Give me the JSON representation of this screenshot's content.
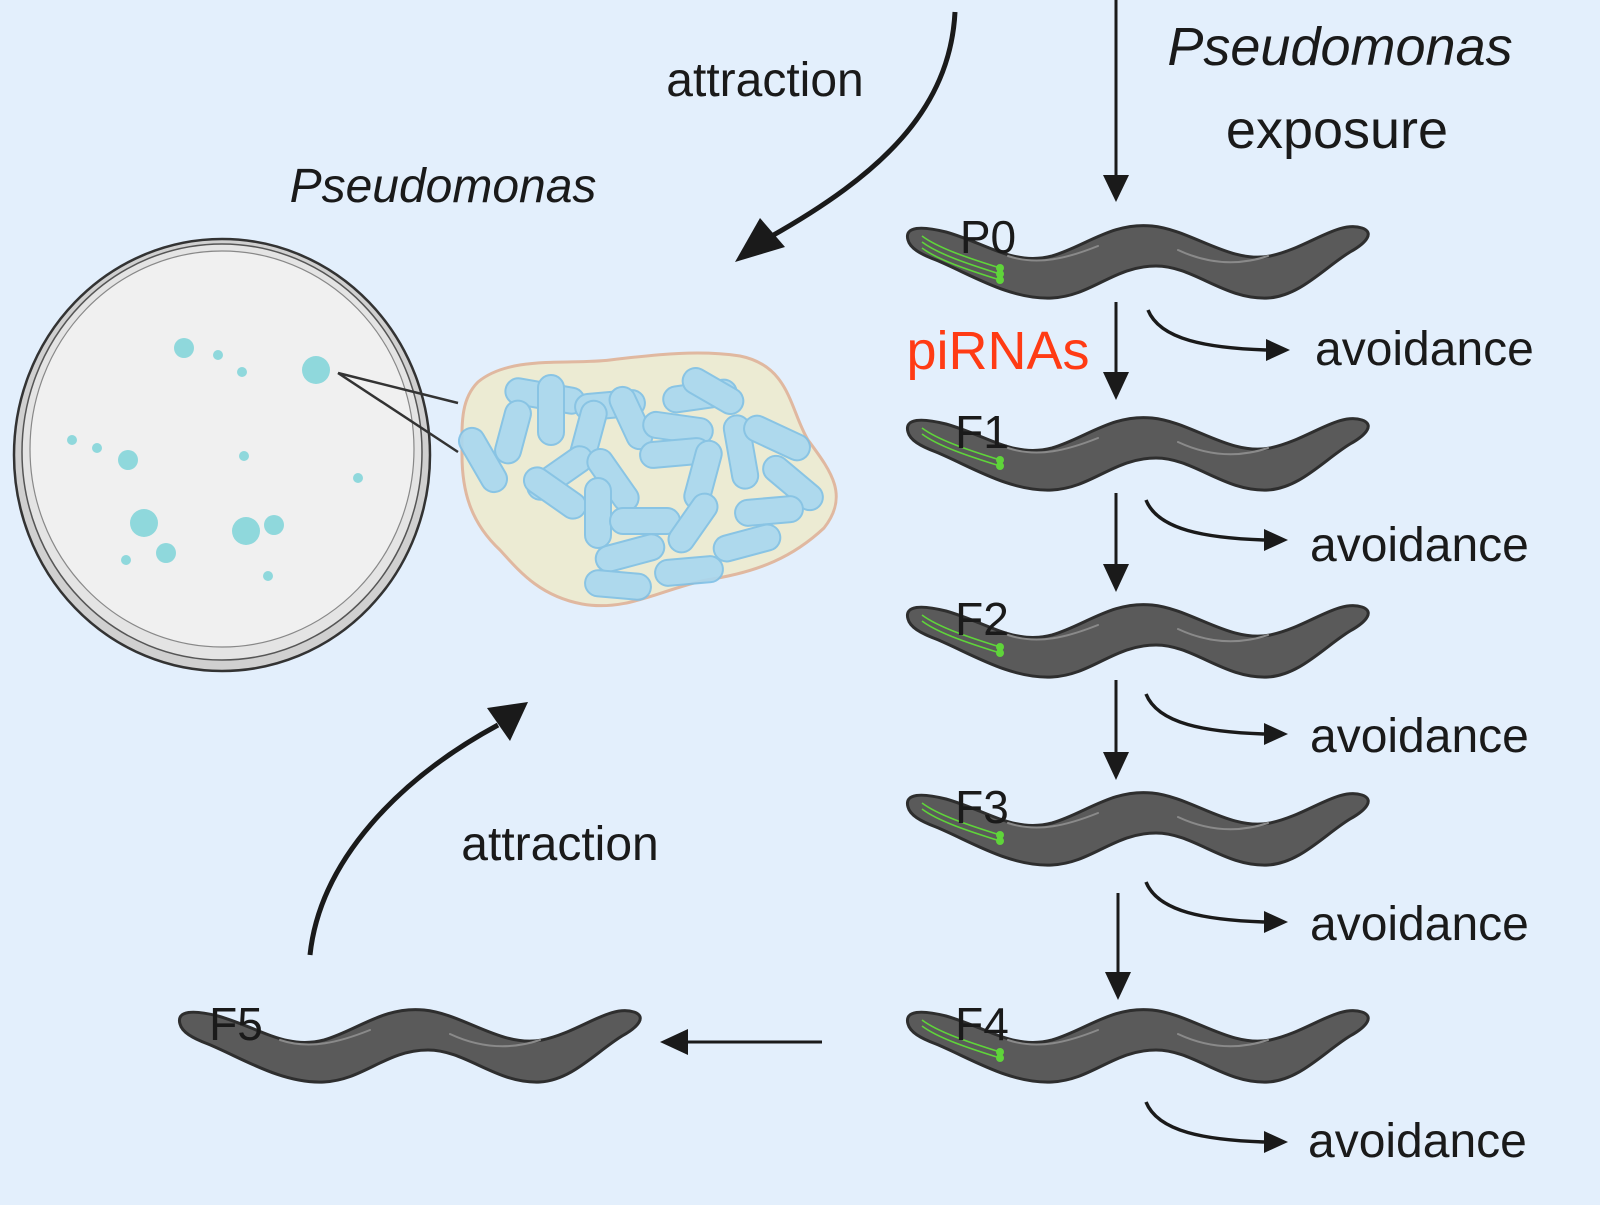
{
  "labels": {
    "exposure_species": "Pseudomonas",
    "exposure_word": "exposure",
    "plate_title": "Pseudomonas",
    "attraction_top": "attraction",
    "attraction_bottom": "attraction",
    "pirnas": "piRNAs"
  },
  "generations": [
    {
      "label": "P0",
      "behavior": "avoidance"
    },
    {
      "label": "F1",
      "behavior": "avoidance"
    },
    {
      "label": "F2",
      "behavior": "avoidance"
    },
    {
      "label": "F3",
      "behavior": "avoidance"
    },
    {
      "label": "F4",
      "behavior": "avoidance"
    },
    {
      "label": "F5",
      "behavior": ""
    }
  ],
  "colors": {
    "background": "#e3effc",
    "worm_body": "#5a5a5a",
    "worm_outline": "#2e2e2e",
    "neuron": "#5fd43a",
    "pirnas_text": "#ff3b14",
    "colony": "#8fd8dc",
    "bacteria": "#a8d8f0",
    "clump_fill": "#ecebd3",
    "clump_border": "#e0b8a0",
    "arrow": "#1a1a1a"
  }
}
